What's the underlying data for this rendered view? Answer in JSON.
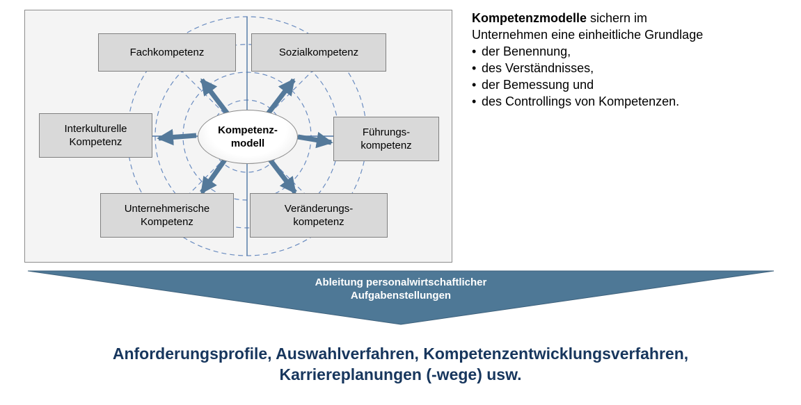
{
  "colors": {
    "panel_bg": "#f4f4f4",
    "panel_border": "#8c8c8c",
    "box_bg": "#d9d9d9",
    "box_border": "#7f7f7f",
    "ring": "#6a8cc0",
    "axis": "#4d75a3",
    "arrow": "#54799a",
    "banner": "#4e7896",
    "banner_border": "#3e617c",
    "banner_text": "#ffffff",
    "headline": "#17365d",
    "text": "#000000"
  },
  "panel": {
    "center_label": "Kompetenz-\nmodell",
    "boxes": [
      {
        "label": "Fachkompetenz"
      },
      {
        "label": "Sozialkompetenz"
      },
      {
        "label": "Interkulturelle\nKompetenz"
      },
      {
        "label": "Führungs-\nkompetenz"
      },
      {
        "label": "Unternehmerische\nKompetenz"
      },
      {
        "label": "Veränderungs-\nkompetenz"
      }
    ]
  },
  "info": {
    "line1_bold": "Kompetenzmodelle",
    "line1_rest": " sichern im",
    "line2": "Unternehmen eine einheitliche Grundlage",
    "bullet_char": "•",
    "bullets": [
      "der Benennung,",
      "des Verständnisses,",
      "der Bemessung und",
      "des Controllings von Kompetenzen."
    ]
  },
  "banner": {
    "line1": "Ableitung personalwirtschaftlicher",
    "line2": "Aufgabenstellungen"
  },
  "footer": {
    "line1": "Anforderungsprofile, Auswahlverfahren, Kompetenzentwicklungsverfahren,",
    "line2": "Karriereplanungen (-wege) usw."
  }
}
